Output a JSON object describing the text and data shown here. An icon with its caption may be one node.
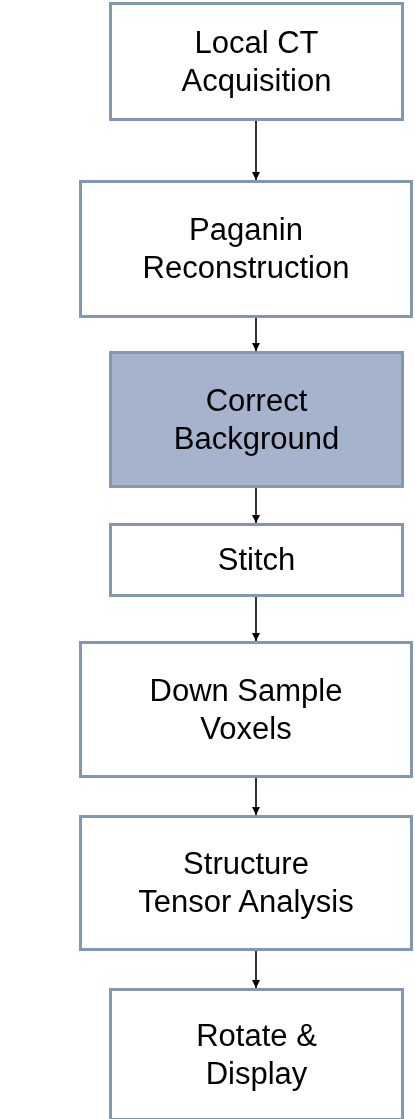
{
  "diagram": {
    "nodes": [
      {
        "text": [
          "Local CT Acquisition"
        ]
      },
      {
        "text": [
          "Paganin Reconstruction"
        ]
      },
      {
        "text": [
          "Correct Background"
        ]
      },
      {
        "text": [
          "Stitch"
        ]
      },
      {
        "text": [
          "Down Sample Voxels"
        ]
      },
      {
        "text": [
          "Structure Tensor Analysis"
        ]
      },
      {
        "text": [
          "Rotate & Display"
        ]
      }
    ],
    "edges": [
      {
        "from": 0,
        "to": 1,
        "arrow": "to"
      },
      {
        "from": 1,
        "to": 2,
        "arrow": "to"
      },
      {
        "from": 2,
        "to": 3,
        "arrow": "to"
      },
      {
        "from": 3,
        "to": 4,
        "arrow": "to"
      },
      {
        "from": 4,
        "to": 5,
        "arrow": "to"
      },
      {
        "from": 5,
        "to": 6,
        "arrow": "to"
      }
    ]
  }
}
